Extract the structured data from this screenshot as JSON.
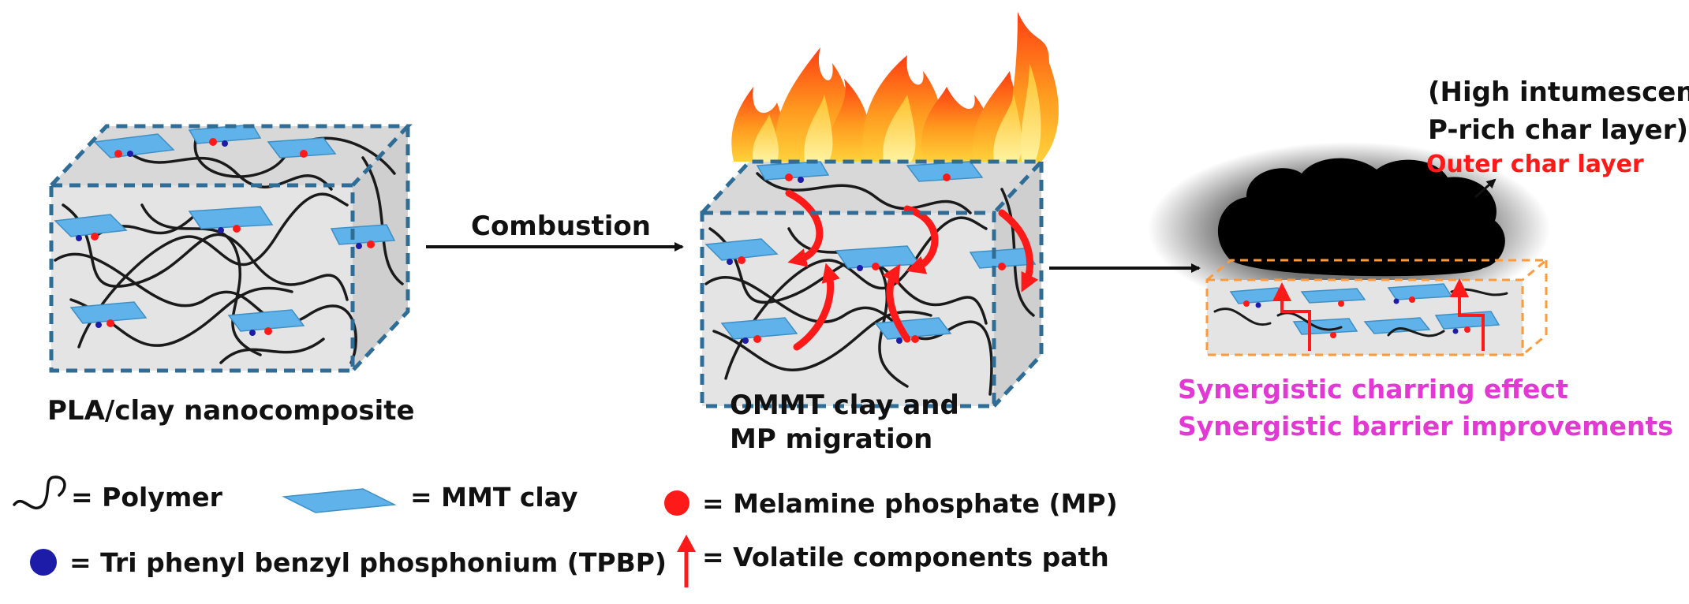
{
  "diagram": {
    "stages": {
      "initial_label": "PLA/clay nanocomposite",
      "migration_label_line1": "OMMT clay and",
      "migration_label_line2": "MP migration",
      "combustion_label": "Combustion"
    },
    "char": {
      "title_line1": "(High intumescent",
      "title_line2": "P-rich char layer)",
      "outer_label": "Outer char layer",
      "effect_line1": "Synergistic charring effect",
      "effect_line2": "Synergistic barrier improvements"
    },
    "legend": {
      "polymer": "=  Polymer",
      "clay": "=  MMT clay",
      "mp": "=  Melamine phosphate (MP)",
      "tpbp": "=  Tri phenyl benzyl phosphonium (TPBP)",
      "volatile": "=  Volatile components path"
    },
    "colors": {
      "box_edge": "#2f6d96",
      "box_fill": "#e2e2e2",
      "clay": "#5fb3ea",
      "mp": "#ff1a1a",
      "tpbp": "#1c1ca8",
      "char_outline": "#ff9a3c",
      "accent_text": "#e339d4"
    }
  }
}
